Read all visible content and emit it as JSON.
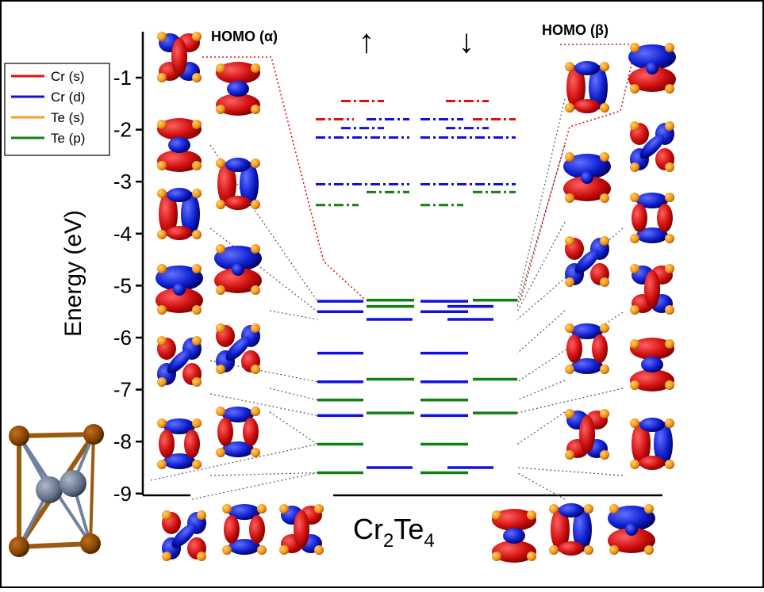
{
  "figure": {
    "title": "Cr2Te4",
    "title_main": "Cr",
    "title_sub1": "2",
    "title_mid": "Te",
    "title_sub2": "4",
    "ylabel": "Energy (eV)",
    "spin_up_arrow": "↑",
    "spin_down_arrow": "↓",
    "homo_alpha": "HOMO (α)",
    "homo_beta": "HOMO (β)"
  },
  "legend": [
    {
      "label": "Cr (s)",
      "color": "#e01010"
    },
    {
      "label": "Cr (d)",
      "color": "#1010e0"
    },
    {
      "label": "Te (s)",
      "color": "#f0a020"
    },
    {
      "label": "Te (p)",
      "color": "#108010"
    }
  ],
  "chart_data": {
    "type": "energy-level-diagram",
    "ylabel": "Energy (eV)",
    "ylim": [
      -9,
      -0.5
    ],
    "yticks": [
      "-1",
      "-2",
      "-3",
      "-4",
      "-5",
      "-6",
      "-7",
      "-8",
      "-9"
    ],
    "series": [
      {
        "name": "↑",
        "occupied_levels": [
          {
            "energy": -5.3,
            "character": "Cr (d)"
          },
          {
            "energy": -5.28,
            "character": "Te (p)"
          },
          {
            "energy": -5.4,
            "character": "Te (p)"
          },
          {
            "energy": -5.5,
            "character": "Cr (d)"
          },
          {
            "energy": -5.65,
            "character": "Cr (d)"
          },
          {
            "energy": -6.3,
            "character": "Cr (d)"
          },
          {
            "energy": -6.8,
            "character": "Te (p)"
          },
          {
            "energy": -6.85,
            "character": "Cr (d)"
          },
          {
            "energy": -7.2,
            "character": "Te (p)"
          },
          {
            "energy": -7.45,
            "character": "Te (p)"
          },
          {
            "energy": -7.5,
            "character": "Cr (d)"
          },
          {
            "energy": -8.05,
            "character": "Te (p)"
          },
          {
            "energy": -8.5,
            "character": "Cr (d)"
          },
          {
            "energy": -8.6,
            "character": "Te (p)"
          }
        ],
        "unoccupied_levels": [
          {
            "energy": -1.45,
            "character": "Cr (s)"
          },
          {
            "energy": -1.8,
            "character": "Cr (s)"
          },
          {
            "energy": -1.8,
            "character": "Cr (d)"
          },
          {
            "energy": -1.97,
            "character": "Cr (d)"
          },
          {
            "energy": -2.15,
            "character": "Cr (d)"
          },
          {
            "energy": -3.05,
            "character": "Cr (d)"
          },
          {
            "energy": -3.2,
            "character": "Te (p)"
          },
          {
            "energy": -3.45,
            "character": "Te (p)"
          }
        ]
      },
      {
        "name": "↓",
        "occupied_levels": [
          {
            "energy": -5.3,
            "character": "Cr (d)"
          },
          {
            "energy": -5.28,
            "character": "Te (p)"
          },
          {
            "energy": -5.4,
            "character": "Cr (d)"
          },
          {
            "energy": -5.5,
            "character": "Cr (d)"
          },
          {
            "energy": -5.65,
            "character": "Cr (d)"
          },
          {
            "energy": -6.3,
            "character": "Cr (d)"
          },
          {
            "energy": -6.8,
            "character": "Te (p)"
          },
          {
            "energy": -6.85,
            "character": "Cr (d)"
          },
          {
            "energy": -7.2,
            "character": "Te (p)"
          },
          {
            "energy": -7.45,
            "character": "Te (p)"
          },
          {
            "energy": -7.5,
            "character": "Cr (d)"
          },
          {
            "energy": -8.05,
            "character": "Te (p)"
          },
          {
            "energy": -8.5,
            "character": "Cr (d)"
          },
          {
            "energy": -8.6,
            "character": "Te (p)"
          }
        ],
        "unoccupied_levels": [
          {
            "energy": -1.45,
            "character": "Cr (s)"
          },
          {
            "energy": -1.8,
            "character": "Cr (s)"
          },
          {
            "energy": -1.8,
            "character": "Cr (d)"
          },
          {
            "energy": -1.97,
            "character": "Cr (d)"
          },
          {
            "energy": -2.15,
            "character": "Cr (d)"
          },
          {
            "energy": -3.05,
            "character": "Cr (d)"
          },
          {
            "energy": -3.2,
            "character": "Te (p)"
          },
          {
            "energy": -3.45,
            "character": "Te (p)"
          }
        ]
      }
    ]
  }
}
